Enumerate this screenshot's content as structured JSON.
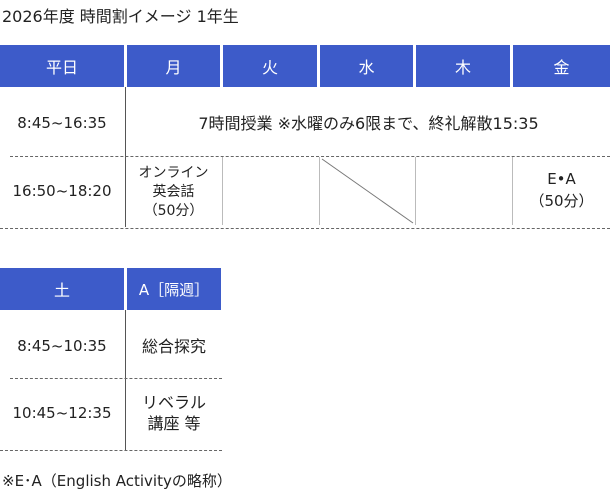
{
  "title": "2026年度 時間割イメージ 1年生",
  "weekday": {
    "headers": [
      "平日",
      "月",
      "火",
      "水",
      "木",
      "金"
    ],
    "row1_time": "8:45~16:35",
    "row1_text": "7時間授業 ※水曜のみ6限まで、終礼解散15:35",
    "row2_time": "16:50~18:20",
    "mon_line1": "オンライン",
    "mon_line2": "英会話",
    "mon_line3": "（50分）",
    "fri_line1": "E•A",
    "fri_line2": "（50分）"
  },
  "saturday": {
    "headers": [
      "土",
      "A［隔週］"
    ],
    "row1_time": "8:45~10:35",
    "row1_text": "総合探究",
    "row2_time": "10:45~12:35",
    "row2_line1": "リベラル",
    "row2_line2": "講座 等"
  },
  "footnote": "※E･A（English Activityの略称）"
}
